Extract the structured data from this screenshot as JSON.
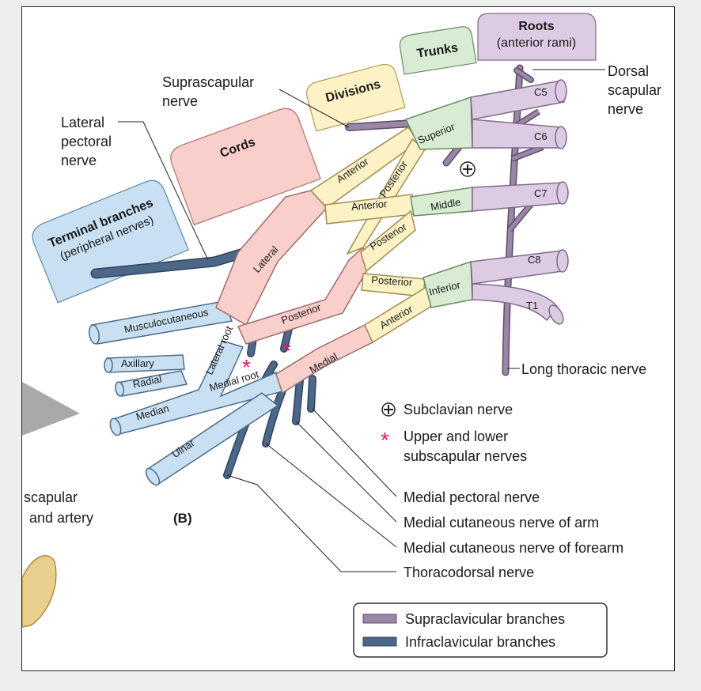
{
  "headers": {
    "roots": "Roots",
    "roots_sub": "(anterior rami)",
    "trunks": "Trunks",
    "divisions": "Divisions",
    "cords": "Cords",
    "terminal": "Terminal branches",
    "terminal_sub": "(peripheral nerves)"
  },
  "roots": [
    "C5",
    "C6",
    "C7",
    "C8",
    "T1"
  ],
  "trunks": [
    "Superior",
    "Middle",
    "Inferior"
  ],
  "divisions": [
    "Anterior",
    "Posterior",
    "Anterior",
    "Posterior",
    "Posterior",
    "Anterior"
  ],
  "cords": [
    "Lateral",
    "Posterior",
    "Medial"
  ],
  "terminals": [
    "Musculocutaneous",
    "Axillary",
    "Radial",
    "Median",
    "Ulnar"
  ],
  "inner": {
    "lateral_root": "Lateral root",
    "medial_root": "Medial root"
  },
  "callouts": {
    "suprascapular": [
      "Suprascapular",
      "nerve"
    ],
    "lateral_pectoral": [
      "Lateral",
      "pectoral",
      "nerve"
    ],
    "dorsal_scapular": [
      "Dorsal",
      "scapular",
      "nerve"
    ],
    "long_thoracic": "Long thoracic nerve",
    "subclavian": "Subclavian nerve",
    "subscapular": [
      "Upper and lower",
      "subscapular nerves"
    ],
    "medial_pectoral": "Medial pectoral nerve",
    "medial_cut_arm": "Medial cutaneous nerve of arm",
    "medial_cut_forearm": "Medial cutaneous nerve of forearm",
    "thoracodorsal": "Thoracodorsal nerve"
  },
  "fragment": [
    "scapular",
    "and artery"
  ],
  "panel_label": "(B)",
  "legend": {
    "supra": "Supraclavicular branches",
    "infra": "Infraclavicular branches"
  },
  "colors": {
    "roots": "#dccbe2",
    "trunks": "#d7ecd3",
    "divisions": "#fdf2c6",
    "cords": "#f8cfcb",
    "terminal": "#c9e0f2",
    "supra_nerve": "#9a86a5",
    "infra_nerve": "#4d6788",
    "asterisk": "#e0186b"
  }
}
